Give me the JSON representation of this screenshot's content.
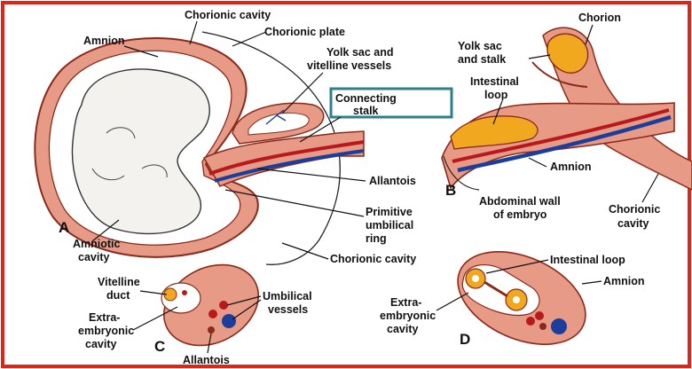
{
  "colors": {
    "frame": "#d8281b",
    "amnion_tissue": "#e79a86",
    "tissue_dark": "#8a2a1c",
    "yolk": "#f2a81e",
    "blood_red": "#b8191c",
    "blood_blue": "#1b3d9b",
    "callout": "#2e7f8d"
  },
  "panel_a": {
    "letter": "A",
    "chorionic_cavity_top": "Chorionic cavity",
    "chorionic_plate": "Chorionic plate",
    "amnion": "Amnion",
    "yolk_sac_1": "Yolk sac and",
    "yolk_sac_2": "vitelline vessels",
    "connecting_1": "Connecting",
    "connecting_2": "stalk",
    "allantois": "Allantois",
    "primitive_1": "Primitive",
    "primitive_2": "umbilical",
    "primitive_3": "ring",
    "amniotic_1": "Amniotic",
    "amniotic_2": "cavity",
    "chorionic_cavity_bottom": "Chorionic cavity"
  },
  "panel_b": {
    "letter": "B",
    "chorion": "Chorion",
    "yolk_1": "Yolk sac",
    "yolk_2": "and stalk",
    "intestinal_1": "Intestinal",
    "intestinal_2": "loop",
    "amnion": "Amnion",
    "abdominal_1": "Abdominal wall",
    "abdominal_2": "of embryo",
    "chorionic_1": "Chorionic",
    "chorionic_2": "cavity"
  },
  "panel_c": {
    "letter": "C",
    "vitelline_1": "Vitelline",
    "vitelline_2": "duct",
    "extra_1": "Extra-",
    "extra_2": "embryonic",
    "extra_3": "cavity",
    "umbilical_1": "Umbilical",
    "umbilical_2": "vessels",
    "allantois": "Allantois"
  },
  "panel_d": {
    "letter": "D",
    "intestinal_loop": "Intestinal loop",
    "amnion": "Amnion",
    "extra_1": "Extra-",
    "extra_2": "embryonic",
    "extra_3": "cavity"
  }
}
